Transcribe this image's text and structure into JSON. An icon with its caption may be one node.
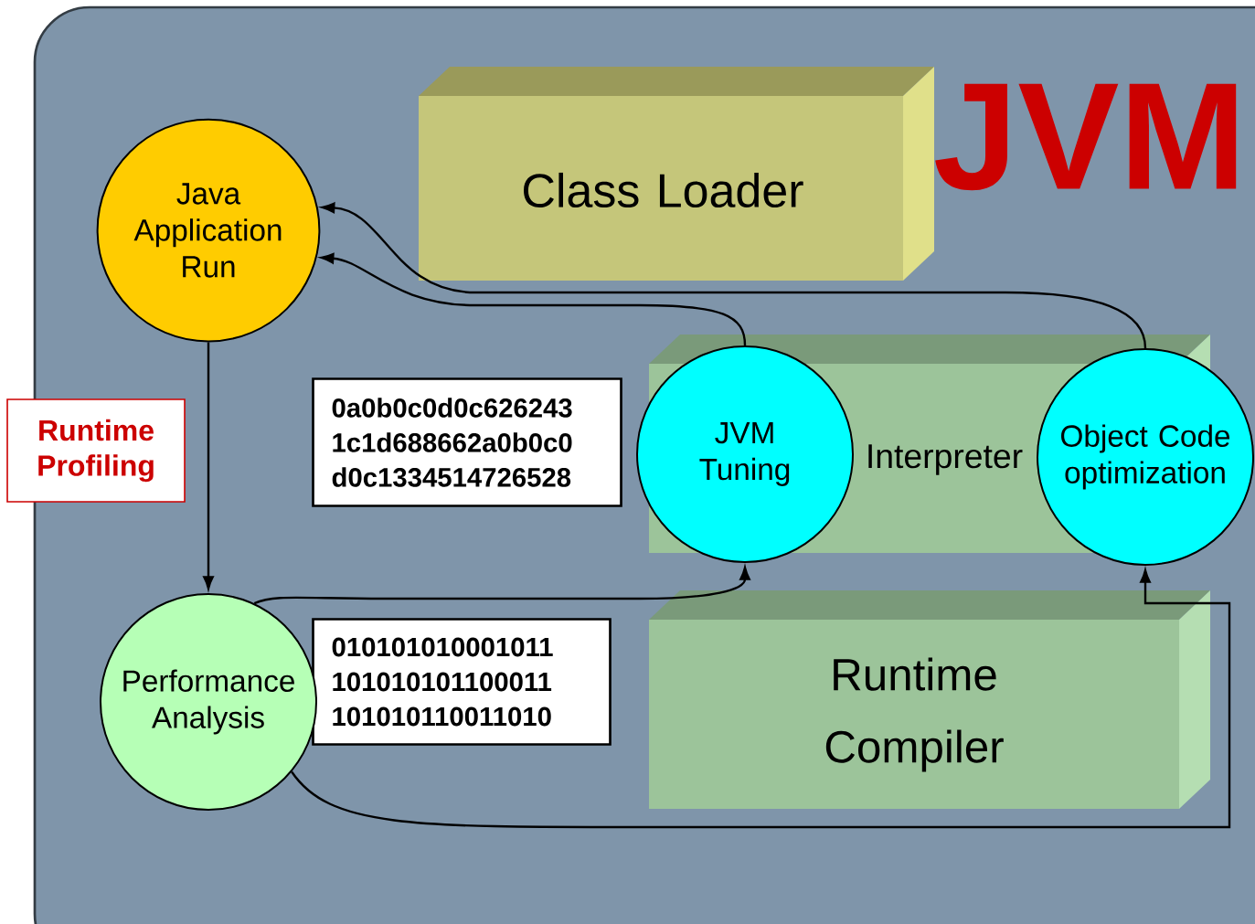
{
  "diagram": {
    "title": "JVM",
    "nodes": [
      {
        "text": [
          "Java Application Run"
        ]
      },
      {
        "text": [
          "Class Loader"
        ]
      },
      {
        "text": [
          "Runtime Profiling"
        ]
      },
      {
        "text": [
          "0a0b0c0d0c626243 1c1d688662a0b0c0 d0c1334514726528"
        ]
      },
      {
        "text": [
          "JVM Tuning"
        ]
      },
      {
        "text": [
          "Interpreter"
        ]
      },
      {
        "text": [
          "Object Code optimization"
        ]
      },
      {
        "text": [
          "010101010001011 101010101100011 101010110011010"
        ]
      },
      {
        "text": [
          "Performance Analysis"
        ]
      },
      {
        "text": [
          "Runtime Compiler"
        ]
      }
    ],
    "edges": [
      {
        "from": 0,
        "to": 8,
        "arrow": "to"
      },
      {
        "from": 4,
        "to": 0,
        "arrow": "to"
      },
      {
        "from": 6,
        "to": 0,
        "arrow": "to"
      },
      {
        "from": 8,
        "to": 4,
        "arrow": "to"
      },
      {
        "from": 8,
        "to": 6,
        "arrow": "to"
      }
    ]
  }
}
